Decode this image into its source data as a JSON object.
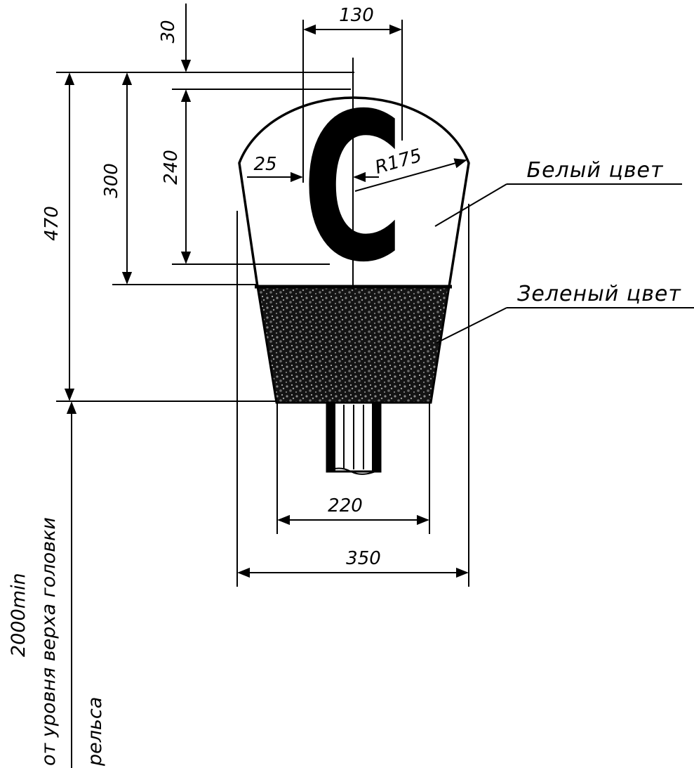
{
  "drawing": {
    "dimensions": {
      "top_gap": "30",
      "letter_width": "130",
      "stroke_width": "25",
      "radius": "R175",
      "letter_height": "240",
      "white_zone_height": "300",
      "total_height": "470",
      "bottom_width": "220",
      "total_width": "350"
    },
    "callouts": {
      "white": "Белый цвет",
      "green": "Зеленый цвет"
    },
    "letter": "C",
    "side_note": {
      "line1": "2000min",
      "line2": "от уровня верха головки",
      "line3": "рельса"
    },
    "colors": {
      "ink": "#000000",
      "paper": "#ffffff",
      "green_zone": "#1a1a1a"
    }
  }
}
